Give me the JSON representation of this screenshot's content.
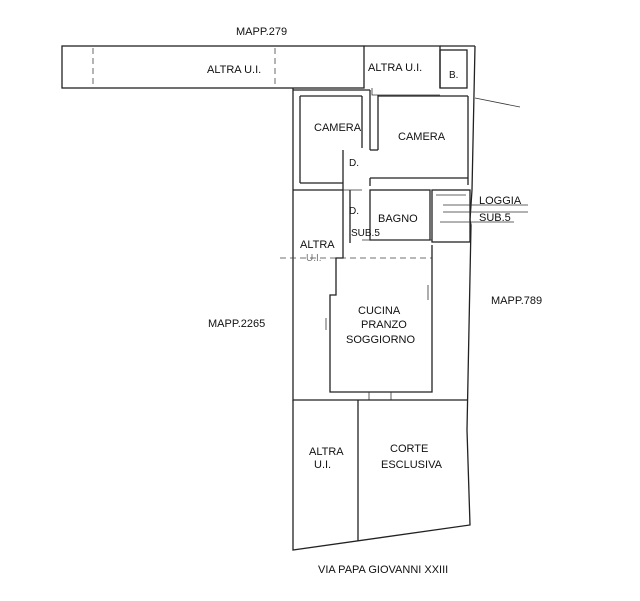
{
  "neighbors": {
    "north": "MAPP.279",
    "west": "MAPP.2265",
    "east": "MAPP.789"
  },
  "street": "VIA PAPA GIOVANNI XXIII",
  "rooms": {
    "altra_north_long": "ALTRA U.I.",
    "altra_north_small": "ALTRA U.I.",
    "b": "B.",
    "camera_left": "CAMERA",
    "camera_right": "CAMERA",
    "d_upper": "D.",
    "d_lower": "D.",
    "bagno": "BAGNO",
    "sub_inner": "SUB.5",
    "loggia": "LOGGIA",
    "sub_outer": "SUB.5",
    "altra_west_line1": "ALTRA",
    "altra_west_line2": "U.I.",
    "cucina_line1": "CUCINA",
    "cucina_line2": "PRANZO",
    "cucina_line3": "SOGGIORNO",
    "altra_south_line1": "ALTRA",
    "altra_south_line2": "U.I.",
    "corte_line1": "CORTE",
    "corte_line2": "ESCLUSIVA"
  }
}
